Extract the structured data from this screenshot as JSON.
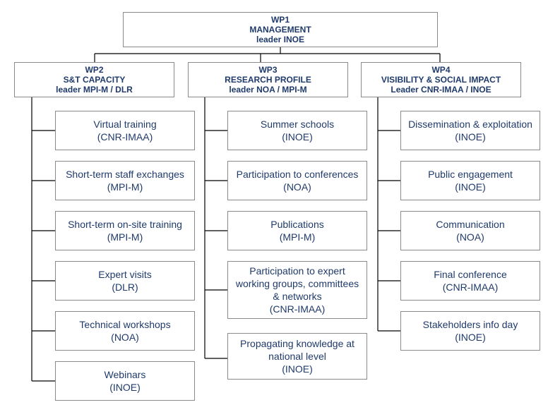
{
  "wp1": {
    "line1": "WP1",
    "line2": "MANAGEMENT",
    "line3": "leader INOE"
  },
  "wp2": {
    "line1": "WP2",
    "line2": "S&T CAPACITY",
    "line3": "leader MPI-M / DLR",
    "tasks": [
      {
        "name": "Virtual training",
        "partner": "(CNR-IMAA)"
      },
      {
        "name": "Short-term staff exchanges",
        "partner": "(MPI-M)"
      },
      {
        "name": "Short-term on-site training",
        "partner": "(MPI-M)"
      },
      {
        "name": "Expert visits",
        "partner": "(DLR)"
      },
      {
        "name": "Technical workshops",
        "partner": "(NOA)"
      },
      {
        "name": "Webinars",
        "partner": "(INOE)"
      }
    ]
  },
  "wp3": {
    "line1": "WP3",
    "line2": "RESEARCH PROFILE",
    "line3": "leader NOA / MPI-M",
    "tasks": [
      {
        "name": "Summer schools",
        "partner": "(INOE)"
      },
      {
        "name": "Participation to conferences",
        "partner": "(NOA)"
      },
      {
        "name": "Publications",
        "partner": "(MPI-M)"
      },
      {
        "name_line1": "Participation to expert",
        "name_line2": "working groups, committees",
        "name_line3": "& networks",
        "partner": "(CNR-IMAA)"
      },
      {
        "name_line1": "Propagating knowledge at",
        "name_line2": "national level",
        "partner": "(INOE)"
      }
    ]
  },
  "wp4": {
    "line1": "WP4",
    "line2": "VISIBILITY & SOCIAL IMPACT",
    "line3": "Leader CNR-IMAA / INOE",
    "tasks": [
      {
        "name": "Dissemination & exploitation",
        "partner": "(INOE)"
      },
      {
        "name": "Public engagement",
        "partner": "(INOE)"
      },
      {
        "name": "Communication",
        "partner": "(NOA)"
      },
      {
        "name": "Final conference",
        "partner": "(CNR-IMAA)"
      },
      {
        "name": "Stakeholders info day",
        "partner": "(INOE)"
      }
    ]
  },
  "colors": {
    "text": "#1f3a6b",
    "border": "#8a8a8a",
    "connector": "#000000"
  }
}
